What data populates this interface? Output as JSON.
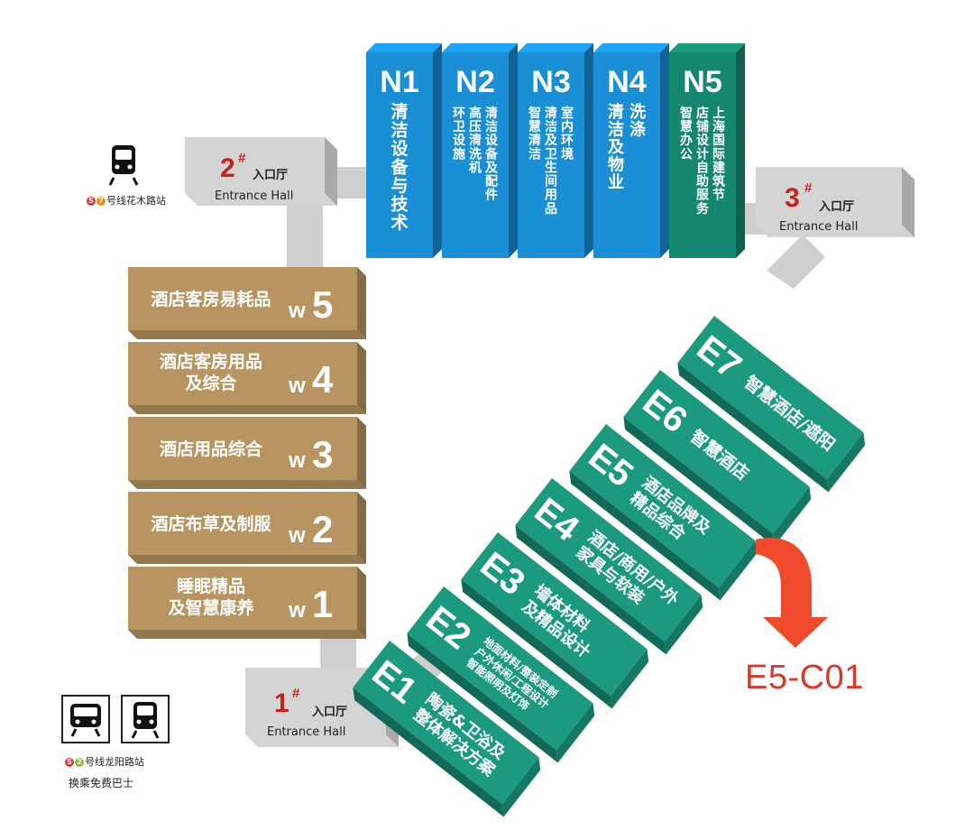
{
  "halls": {
    "north": [
      {
        "code": "N1",
        "lines": [
          "清洁设备与技术"
        ]
      },
      {
        "code": "N2",
        "lines": [
          "环卫设施",
          "高压清洗机",
          "清洁设备及配件"
        ]
      },
      {
        "code": "N3",
        "lines": [
          "智慧清洁",
          "清洁及卫生间用品",
          "室内环境"
        ]
      },
      {
        "code": "N4",
        "lines": [
          "清洁及物业",
          "洗涤"
        ]
      },
      {
        "code": "N5",
        "lines": [
          "智慧办公",
          "店铺设计自助服务",
          "上海国际建筑节"
        ]
      }
    ],
    "west": [
      {
        "code": "W5",
        "letter": "w",
        "digit": "5",
        "lines": [
          "酒店客房易耗品"
        ]
      },
      {
        "code": "W4",
        "letter": "w",
        "digit": "4",
        "lines": [
          "酒店客房用品",
          "及综合"
        ]
      },
      {
        "code": "W3",
        "letter": "w",
        "digit": "3",
        "lines": [
          "酒店用品综合"
        ]
      },
      {
        "code": "W2",
        "letter": "w",
        "digit": "2",
        "lines": [
          "酒店布草及制服"
        ]
      },
      {
        "code": "W1",
        "letter": "w",
        "digit": "1",
        "lines": [
          "睡眠精品",
          "及智慧康养"
        ]
      }
    ],
    "east": [
      {
        "code": "E1",
        "lines": [
          "陶瓷&卫浴及",
          "整体解决方案"
        ]
      },
      {
        "code": "E2",
        "lines": [
          "地面材料/整装定制",
          "户外休闲/工程设计",
          "智能照明及灯饰"
        ]
      },
      {
        "code": "E3",
        "lines": [
          "墙体材料",
          "及精品设计"
        ]
      },
      {
        "code": "E4",
        "lines": [
          "酒店/商用/户外",
          "家具与软装"
        ]
      },
      {
        "code": "E5",
        "lines": [
          "酒店品牌及",
          "精品综合"
        ]
      },
      {
        "code": "E6",
        "lines": [
          "智慧酒店"
        ]
      },
      {
        "code": "E7",
        "lines": [
          "智慧酒店/遮阳"
        ]
      }
    ]
  },
  "entrances": [
    {
      "num": "1",
      "mark": "#",
      "cn": "入口厅",
      "en": "Entrance Hall"
    },
    {
      "num": "2",
      "mark": "#",
      "cn": "入口厅",
      "en": "Entrance Hall"
    },
    {
      "num": "3",
      "mark": "#",
      "cn": "入口厅",
      "en": "Entrance Hall"
    }
  ],
  "stations": {
    "top": {
      "line": "7",
      "text": "号线花木路站"
    },
    "bottom": {
      "line": "2",
      "text": "号线龙阳路站",
      "note": "换乘免费巴士"
    }
  },
  "booth": {
    "label": "E5-C01"
  },
  "colors": {
    "north_blue": "#1a8fd6",
    "north_teal": "#15876e",
    "west_tan": "#b89560",
    "east_teal": "#1b9a80",
    "connector_gray": "#cfcfcf",
    "entrance_red": "#c8221d",
    "arrow": "#f04a2c",
    "metro_line7": "#f48a1c",
    "metro_line2": "#88c03f",
    "metro_logo": "#e0382a"
  },
  "icons": [
    "metro-train-icon",
    "bus-icon",
    "down-arrow-icon"
  ]
}
